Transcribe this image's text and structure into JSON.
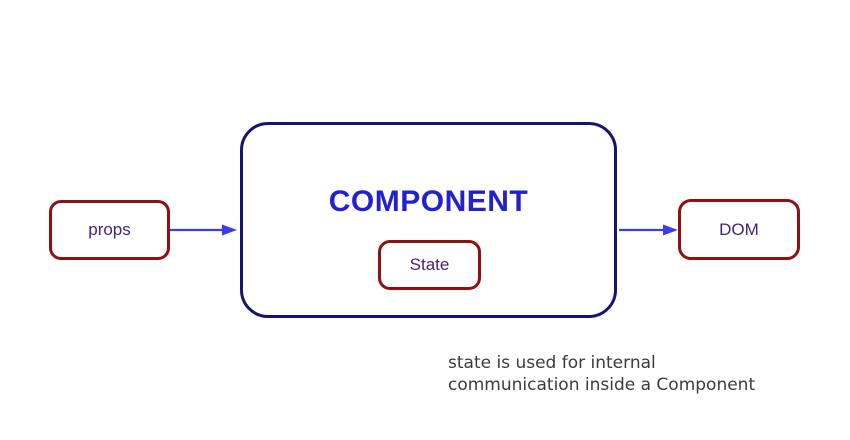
{
  "diagram": {
    "props_box": {
      "label": "props"
    },
    "component_box": {
      "title": "COMPONENT"
    },
    "state_box": {
      "label": "State"
    },
    "dom_box": {
      "label": "DOM"
    },
    "arrows": [
      {
        "name": "props-to-component",
        "direction": "right"
      },
      {
        "name": "component-to-dom",
        "direction": "right"
      }
    ],
    "caption": {
      "line1": "state is used for internal",
      "line2": "communication inside a Component"
    },
    "colors": {
      "red_border": "#8f1111",
      "navy_border": "#151570",
      "component_text": "#2121cd",
      "box_text": "#432376",
      "arrow": "#3c3ce8",
      "caption_text": "#3b3b3b"
    }
  }
}
